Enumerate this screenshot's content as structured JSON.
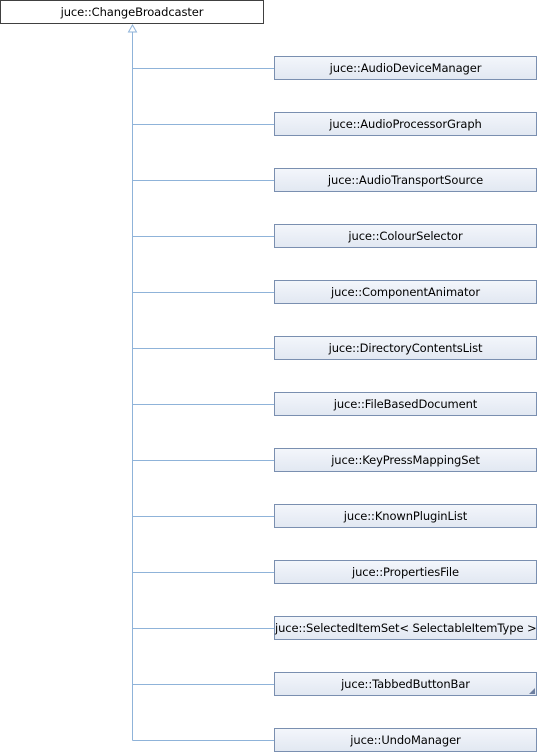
{
  "base_class": {
    "label": "juce::ChangeBroadcaster"
  },
  "derived_classes": [
    {
      "label": "juce::AudioDeviceManager"
    },
    {
      "label": "juce::AudioProcessorGraph"
    },
    {
      "label": "juce::AudioTransportSource"
    },
    {
      "label": "juce::ColourSelector"
    },
    {
      "label": "juce::ComponentAnimator"
    },
    {
      "label": "juce::DirectoryContentsList"
    },
    {
      "label": "juce::FileBasedDocument"
    },
    {
      "label": "juce::KeyPressMappingSet"
    },
    {
      "label": "juce::KnownPluginList"
    },
    {
      "label": "juce::PropertiesFile"
    },
    {
      "label": "juce::SelectedItemSet< SelectableItemType >"
    },
    {
      "label": "juce::TabbedButtonBar",
      "truncated": true
    },
    {
      "label": "juce::UndoManager"
    }
  ],
  "colors": {
    "edge": "#8fb3d9",
    "base_border": "#404040",
    "derived_border": "#7a8fb0",
    "derived_fill": "#e2e8f2"
  }
}
